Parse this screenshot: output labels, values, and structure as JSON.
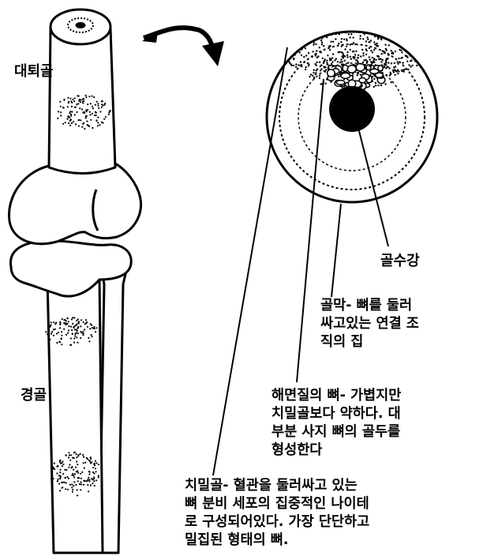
{
  "labels": {
    "femur": "대퇴골",
    "tibia": "경골",
    "medullary_cavity": "골수강"
  },
  "callouts": {
    "periosteum": [
      "골막- 뼈를 둘러",
      "싸고있는 연결 조",
      "직의 집"
    ],
    "spongy_bone": [
      "해면질의 뼈- 가볍지만",
      "치밀골보다 약하다. 대",
      "부분 사지 뼈의 골두를",
      "형성한다"
    ],
    "compact_bone": [
      "치밀골-  혈관을 둘러싸고 있는",
      "뼈 분비 세포의 집중적인 나이테",
      "로 구성되어있다. 가장 단단하고",
      "밀집된 형태의 뼈."
    ]
  },
  "colors": {
    "ink": "#000000",
    "paper": "#ffffff"
  }
}
